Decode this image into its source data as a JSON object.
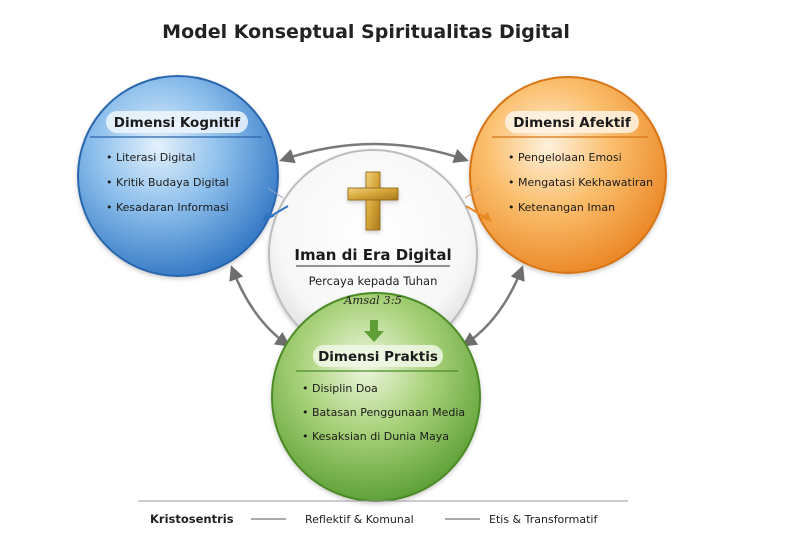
{
  "title": "Model Konseptual Spiritualitas Digital",
  "center": {
    "title": "Iman di Era Digital",
    "subtitle": "Percaya kepada Tuhan",
    "reference": "Amsal 3:5"
  },
  "kognitif": {
    "title": "Dimensi Kognitif",
    "items": [
      "• Literasi Digital",
      "• Kritik Budaya Digital",
      "• Kesadaran Informasi"
    ],
    "color": "#2f74c0"
  },
  "afektif": {
    "title": "Dimensi Afektif",
    "items": [
      "• Pengelolaan Emosi",
      "• Mengatasi Kekhawatiran",
      "• Ketenangan Iman"
    ],
    "color": "#e88a25"
  },
  "praktis": {
    "title": "Dimensi Praktis",
    "items": [
      "• Disiplin Doa",
      "• Batasan Penggunaan Media",
      "• Kesaksian di Dunia Maya"
    ],
    "color": "#5e9e35"
  },
  "footer": {
    "item1": "Kristosentris",
    "item2": "Reflektif & Komunal",
    "item3": "Etis & Transformatif"
  },
  "icons": {
    "cross": "cross-icon"
  }
}
